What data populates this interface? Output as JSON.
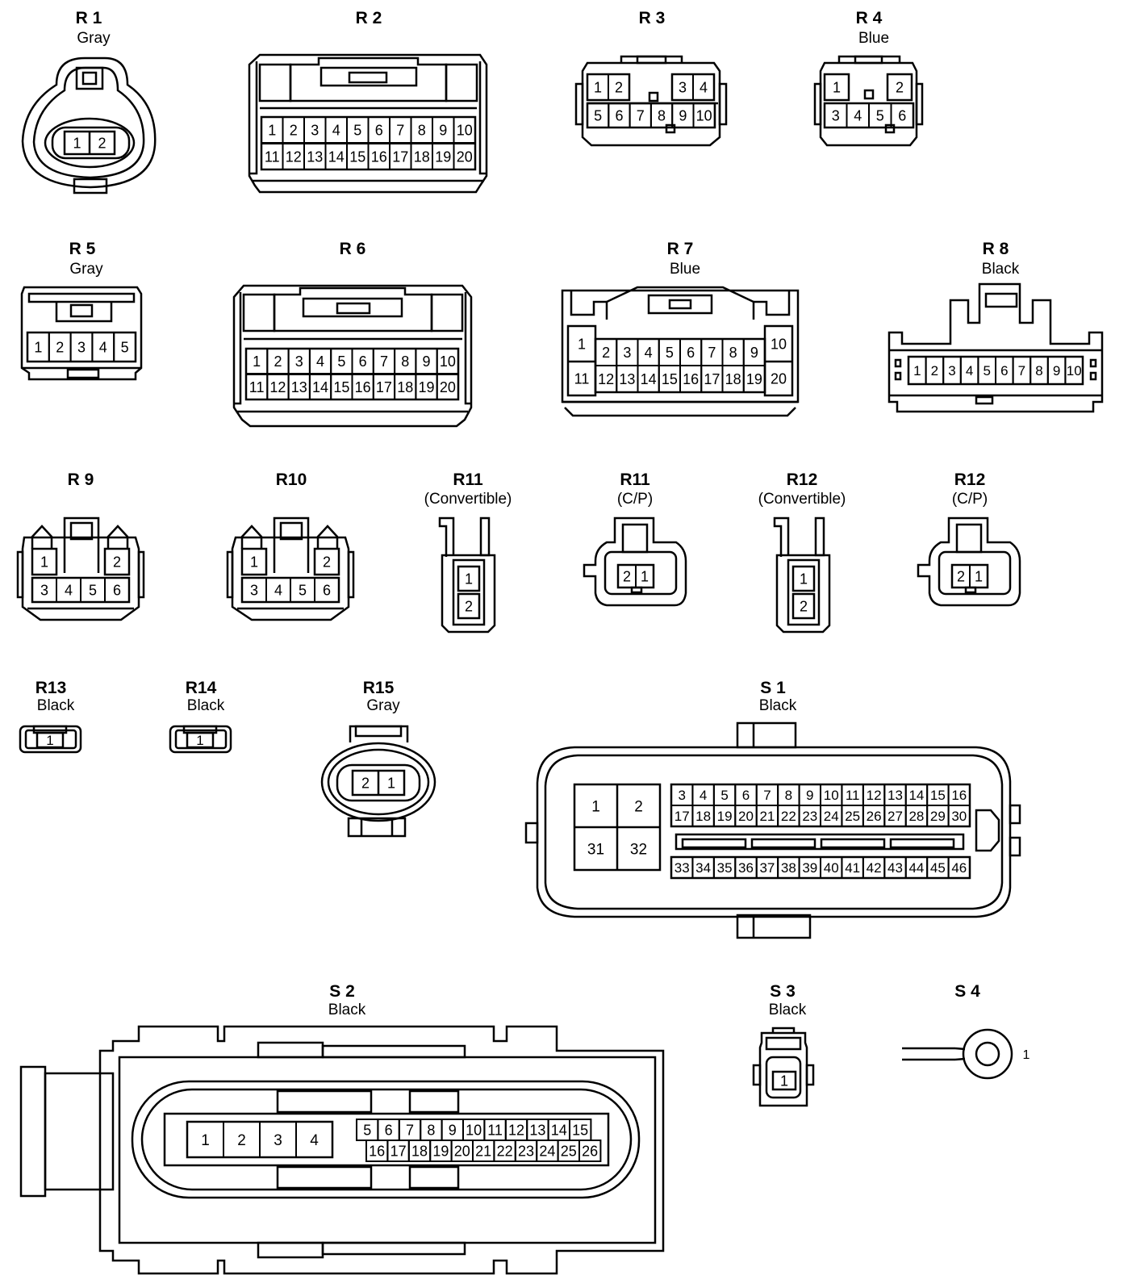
{
  "connectors": {
    "R1": {
      "name": "R 1",
      "color": "Gray",
      "pins": [
        "1",
        "2"
      ]
    },
    "R2": {
      "name": "R 2",
      "color": "",
      "pins": [
        "1",
        "2",
        "3",
        "4",
        "5",
        "6",
        "7",
        "8",
        "9",
        "10",
        "11",
        "12",
        "13",
        "14",
        "15",
        "16",
        "17",
        "18",
        "19",
        "20"
      ]
    },
    "R3": {
      "name": "R 3",
      "color": "",
      "pins": [
        "1",
        "2",
        "3",
        "4",
        "5",
        "6",
        "7",
        "8",
        "9",
        "10"
      ]
    },
    "R4": {
      "name": "R 4",
      "color": "Blue",
      "pins": [
        "1",
        "2",
        "3",
        "4",
        "5",
        "6"
      ]
    },
    "R5": {
      "name": "R 5",
      "color": "Gray",
      "pins": [
        "1",
        "2",
        "3",
        "4",
        "5"
      ]
    },
    "R6": {
      "name": "R 6",
      "color": "",
      "pins": [
        "1",
        "2",
        "3",
        "4",
        "5",
        "6",
        "7",
        "8",
        "9",
        "10",
        "11",
        "12",
        "13",
        "14",
        "15",
        "16",
        "17",
        "18",
        "19",
        "20"
      ]
    },
    "R7": {
      "name": "R 7",
      "color": "Blue",
      "pins": [
        "1",
        "2",
        "3",
        "4",
        "5",
        "6",
        "7",
        "8",
        "9",
        "10",
        "11",
        "12",
        "13",
        "14",
        "15",
        "16",
        "17",
        "18",
        "19",
        "20"
      ]
    },
    "R8": {
      "name": "R 8",
      "color": "Black",
      "pins": [
        "1",
        "2",
        "3",
        "4",
        "5",
        "6",
        "7",
        "8",
        "9",
        "10"
      ]
    },
    "R9": {
      "name": "R 9",
      "color": "",
      "pins": [
        "1",
        "2",
        "3",
        "4",
        "5",
        "6"
      ]
    },
    "R10": {
      "name": "R10",
      "color": "",
      "pins": [
        "1",
        "2",
        "3",
        "4",
        "5",
        "6"
      ]
    },
    "R11a": {
      "name": "R11",
      "color": "(Convertible)",
      "pins": [
        "1",
        "2"
      ]
    },
    "R11b": {
      "name": "R11",
      "color": "(C/P)",
      "pins": [
        "2",
        "1"
      ]
    },
    "R12a": {
      "name": "R12",
      "color": "(Convertible)",
      "pins": [
        "1",
        "2"
      ]
    },
    "R12b": {
      "name": "R12",
      "color": "(C/P)",
      "pins": [
        "2",
        "1"
      ]
    },
    "R13": {
      "name": "R13",
      "color": "Black",
      "pins": [
        "1"
      ]
    },
    "R14": {
      "name": "R14",
      "color": "Black",
      "pins": [
        "1"
      ]
    },
    "R15": {
      "name": "R15",
      "color": "Gray",
      "pins": [
        "2",
        "1"
      ]
    },
    "S1": {
      "name": "S 1",
      "color": "Black",
      "pins": [
        "1",
        "2",
        "31",
        "32",
        "3",
        "4",
        "5",
        "6",
        "7",
        "8",
        "9",
        "10",
        "11",
        "12",
        "13",
        "14",
        "15",
        "16",
        "17",
        "18",
        "19",
        "20",
        "21",
        "22",
        "23",
        "24",
        "25",
        "26",
        "27",
        "28",
        "29",
        "30",
        "33",
        "34",
        "35",
        "36",
        "37",
        "38",
        "39",
        "40",
        "41",
        "42",
        "43",
        "44",
        "45",
        "46"
      ]
    },
    "S2": {
      "name": "S 2",
      "color": "Black",
      "pins": [
        "1",
        "2",
        "3",
        "4",
        "5",
        "6",
        "7",
        "8",
        "9",
        "10",
        "11",
        "12",
        "13",
        "14",
        "15",
        "16",
        "17",
        "18",
        "19",
        "20",
        "21",
        "22",
        "23",
        "24",
        "25",
        "26"
      ]
    },
    "S3": {
      "name": "S 3",
      "color": "Black",
      "pins": [
        "1"
      ]
    },
    "S4": {
      "name": "S 4",
      "color": "",
      "pins": [
        "1"
      ]
    }
  },
  "line_color": "#000000",
  "background": "#ffffff"
}
